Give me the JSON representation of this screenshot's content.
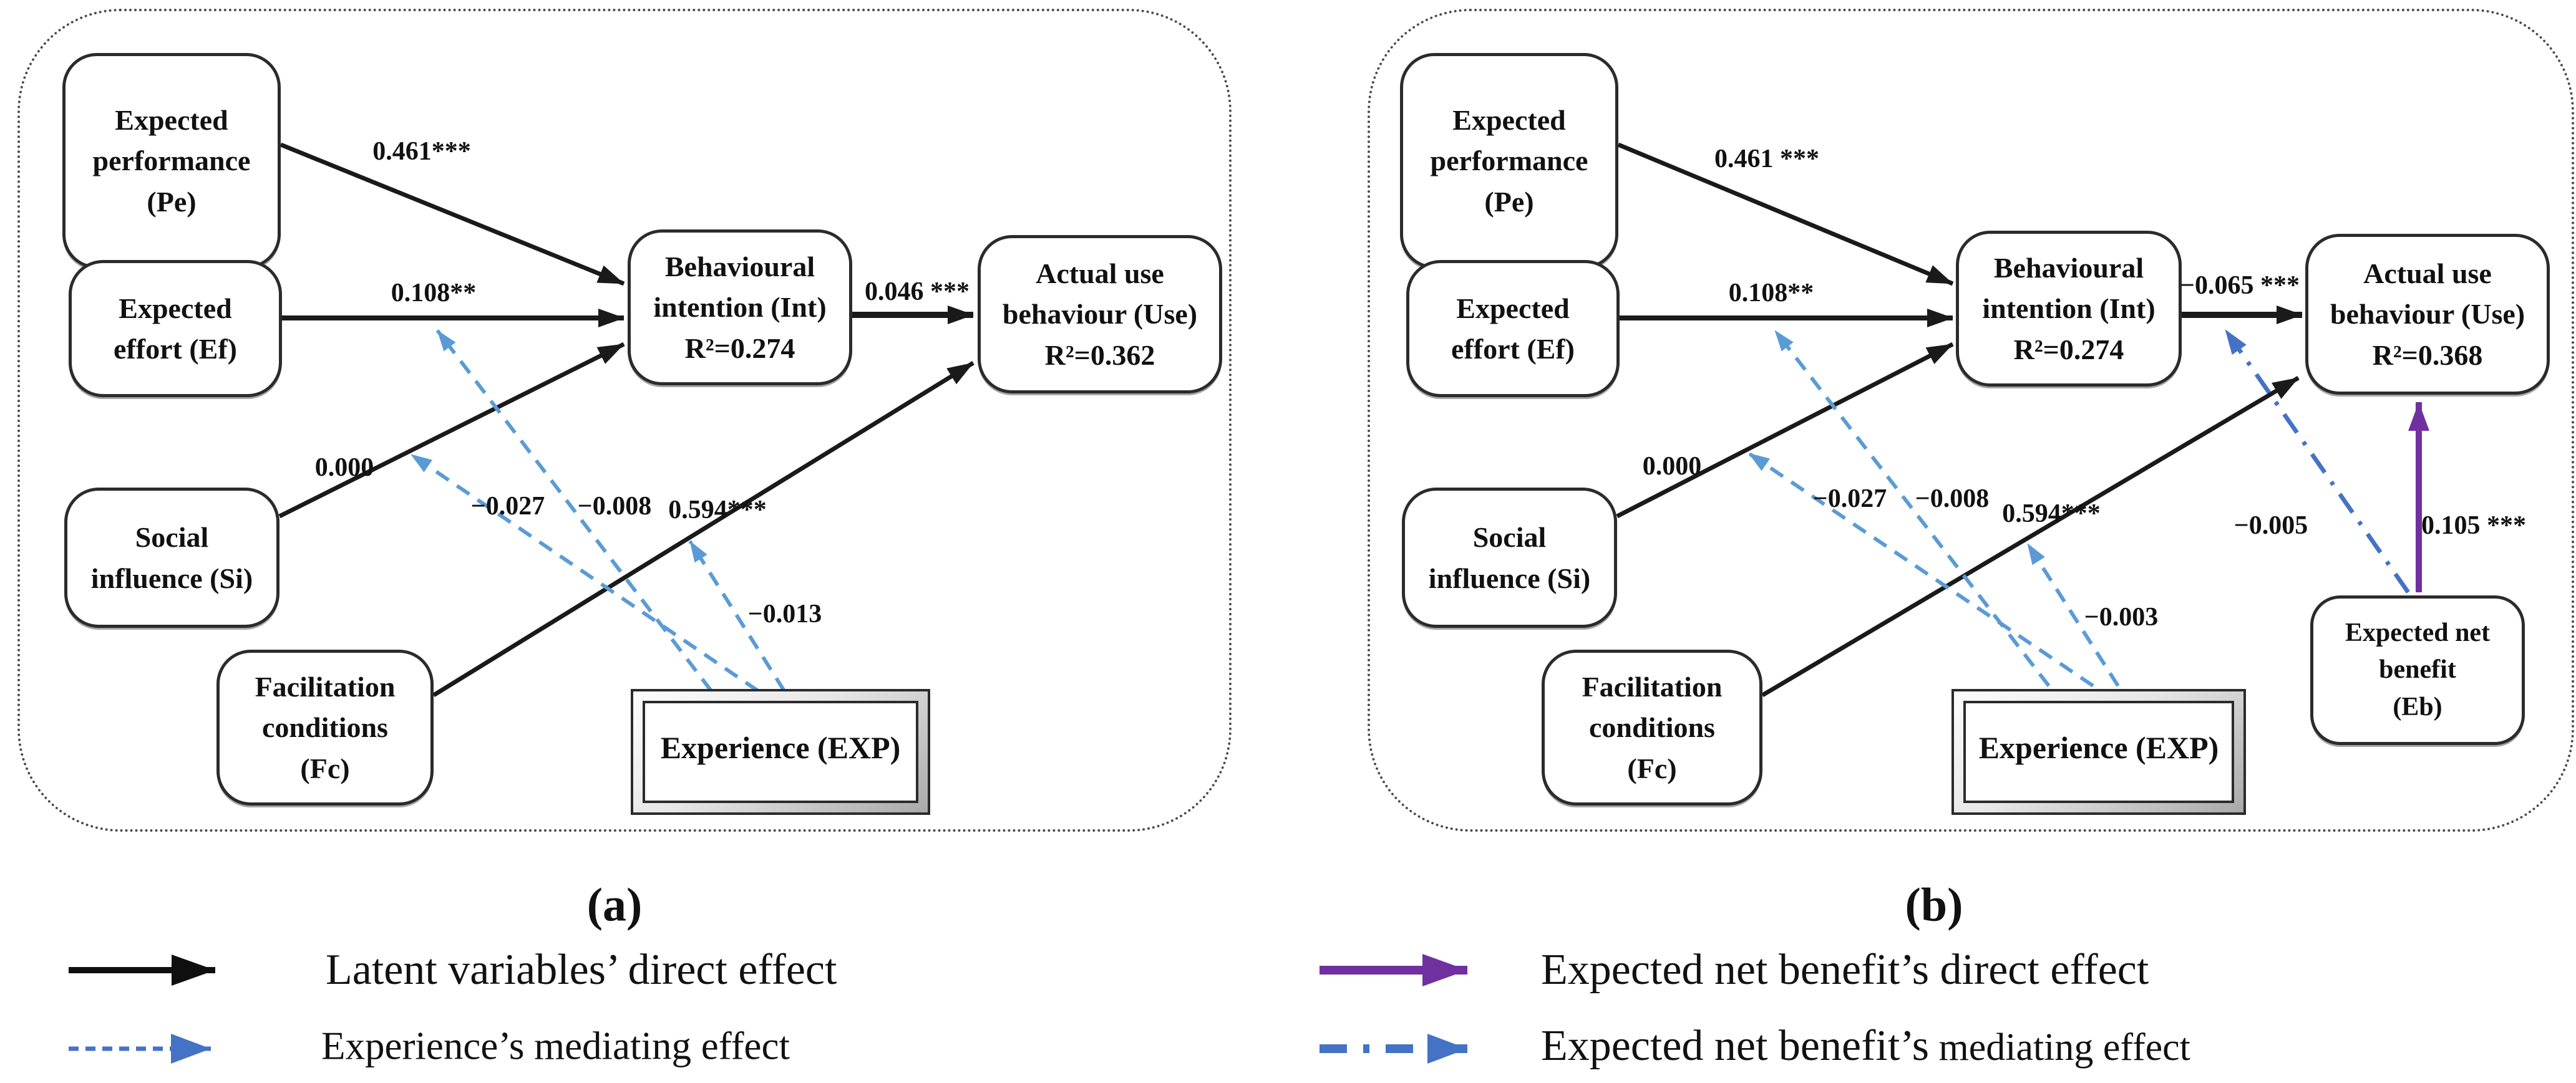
{
  "panel_a": {
    "caption": "(a)",
    "nodes": {
      "pe": {
        "l1": "Expected",
        "l2": "performance",
        "l3": "(Pe)"
      },
      "ef": {
        "l1": "Expected",
        "l2": "effort (Ef)"
      },
      "si": {
        "l1": "Social",
        "l2": "influence (Si)"
      },
      "fc": {
        "l1": "Facilitation",
        "l2": "conditions",
        "l3": "(Fc)"
      },
      "int": {
        "l1": "Behavioural",
        "l2": "intention (Int)",
        "l3": "R²=0.274"
      },
      "use": {
        "l1": "Actual use",
        "l2": "behaviour (Use)",
        "l3": "R²=0.362"
      },
      "exp": {
        "l1": "Experience (EXP)"
      }
    },
    "coefficients": {
      "pe_int": "0.461***",
      "ef_int": "0.108**",
      "si_int": "0.000",
      "exp_si": "−0.027",
      "exp_ef": "−0.008",
      "int_use": "0.046 ***",
      "fc_use": "0.594***",
      "exp_fc": "−0.013"
    }
  },
  "panel_b": {
    "caption": "(b)",
    "nodes": {
      "pe": {
        "l1": "Expected",
        "l2": "performance",
        "l3": "(Pe)"
      },
      "ef": {
        "l1": "Expected",
        "l2": "effort (Ef)"
      },
      "si": {
        "l1": "Social",
        "l2": "influence (Si)"
      },
      "fc": {
        "l1": "Facilitation",
        "l2": "conditions",
        "l3": "(Fc)"
      },
      "int": {
        "l1": "Behavioural",
        "l2": "intention (Int)",
        "l3": "R²=0.274"
      },
      "use": {
        "l1": "Actual use",
        "l2": "behaviour (Use)",
        "l3": "R²=0.368"
      },
      "exp": {
        "l1": "Experience (EXP)"
      },
      "eb": {
        "l1": "Expected net",
        "l2": "benefit",
        "l3": "(Eb)"
      }
    },
    "coefficients": {
      "pe_int": "0.461 ***",
      "ef_int": "0.108**",
      "si_int": "0.000",
      "exp_si": "−0.027",
      "exp_ef": "−0.008",
      "int_use": "−0.065 ***",
      "fc_use": "0.594***",
      "exp_fc": "−0.003",
      "eb_int_use": "−0.005",
      "eb_use": "0.105 ***"
    }
  },
  "legend": {
    "latent_direct": "Latent variables’ direct effect",
    "experience_mediating": "Experience’s mediating effect",
    "eb_direct": "Expected net benefit’s direct effect",
    "eb_mediating_main": "Expected net benefit’s",
    "eb_mediating_small": " mediating effect"
  },
  "colors": {
    "arrow_black": "#1a1a1a",
    "experience_blue": "#5b9bd5",
    "benefit_blue": "#4472c4",
    "benefit_purple": "#7030a0"
  }
}
